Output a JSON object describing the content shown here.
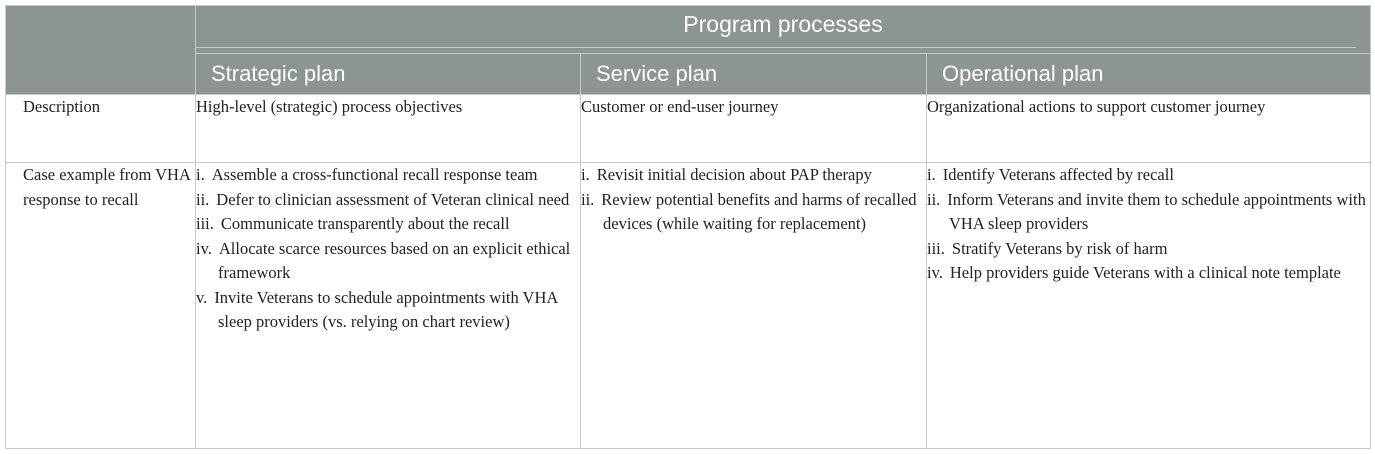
{
  "table": {
    "group_header": "Program processes",
    "columns": [
      "Strategic plan",
      "Service plan",
      "Operational plan"
    ],
    "rows": [
      {
        "label": "Description",
        "cells": [
          "High-level (strategic) process objectives",
          "Customer or end-user journey",
          "Organizational actions to support customer journey"
        ]
      },
      {
        "label": "Case example from VHA response to recall",
        "lists": [
          [
            {
              "num": "i.",
              "text": "Assemble a cross-functional recall response team"
            },
            {
              "num": "ii.",
              "text": "Defer to clinician assessment of Veteran clinical need"
            },
            {
              "num": "iii.",
              "text": "Communicate transparently about the recall"
            },
            {
              "num": "iv.",
              "text": "Allocate scarce resources based on an explicit ethical framework"
            },
            {
              "num": "v.",
              "text": "Invite Veterans to schedule appointments with VHA sleep providers (vs. relying on chart review)"
            }
          ],
          [
            {
              "num": "i.",
              "text": "Revisit initial decision about PAP therapy"
            },
            {
              "num": "ii.",
              "text": "Review potential benefits and harms of recalled devices (while waiting for replacement)"
            }
          ],
          [
            {
              "num": "i.",
              "text": "Identify Veterans affected by recall"
            },
            {
              "num": "ii.",
              "text": "Inform Veterans and invite them to schedule appointments with VHA sleep providers"
            },
            {
              "num": "iii.",
              "text": "Stratify Veterans by risk of harm"
            },
            {
              "num": "iv.",
              "text": "Help providers guide Veterans with a clinical note template"
            }
          ]
        ]
      }
    ]
  }
}
